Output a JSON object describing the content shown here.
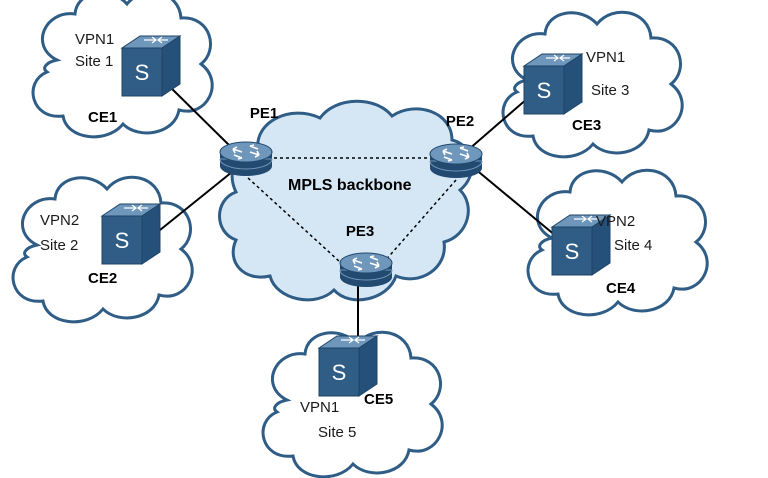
{
  "backbone": {
    "label": "MPLS backbone",
    "fill": "#d5e7f4"
  },
  "routers": [
    {
      "id": "pe1",
      "label": "PE1"
    },
    {
      "id": "pe2",
      "label": "PE2"
    },
    {
      "id": "pe3",
      "label": "PE3"
    }
  ],
  "sites": [
    {
      "id": "site1",
      "vpn": "VPN1",
      "site": "Site 1",
      "ce": "CE1"
    },
    {
      "id": "site2",
      "vpn": "VPN2",
      "site": "Site 2",
      "ce": "CE2"
    },
    {
      "id": "site3",
      "vpn": "VPN1",
      "site": "Site 3",
      "ce": "CE3"
    },
    {
      "id": "site4",
      "vpn": "VPN2",
      "site": "Site 4",
      "ce": "CE4"
    },
    {
      "id": "site5",
      "vpn": "VPN1",
      "site": "Site 5",
      "ce": "CE5"
    }
  ],
  "links": [
    {
      "from": "CE1",
      "to": "PE1",
      "style": "solid"
    },
    {
      "from": "CE2",
      "to": "PE1",
      "style": "solid"
    },
    {
      "from": "CE3",
      "to": "PE2",
      "style": "solid"
    },
    {
      "from": "CE4",
      "to": "PE2",
      "style": "solid"
    },
    {
      "from": "CE5",
      "to": "PE3",
      "style": "solid"
    },
    {
      "from": "PE1",
      "to": "PE2",
      "style": "dashed"
    },
    {
      "from": "PE1",
      "to": "PE3",
      "style": "dashed"
    },
    {
      "from": "PE2",
      "to": "PE3",
      "style": "dashed"
    }
  ],
  "icons": {
    "router": "router-icon",
    "switch": "switch-icon",
    "switch_glyph": "S"
  },
  "colors": {
    "device_body": "#2f5d86",
    "device_light": "#6f97bb",
    "cloud_stroke": "#2f5d86",
    "link": "#000000"
  }
}
